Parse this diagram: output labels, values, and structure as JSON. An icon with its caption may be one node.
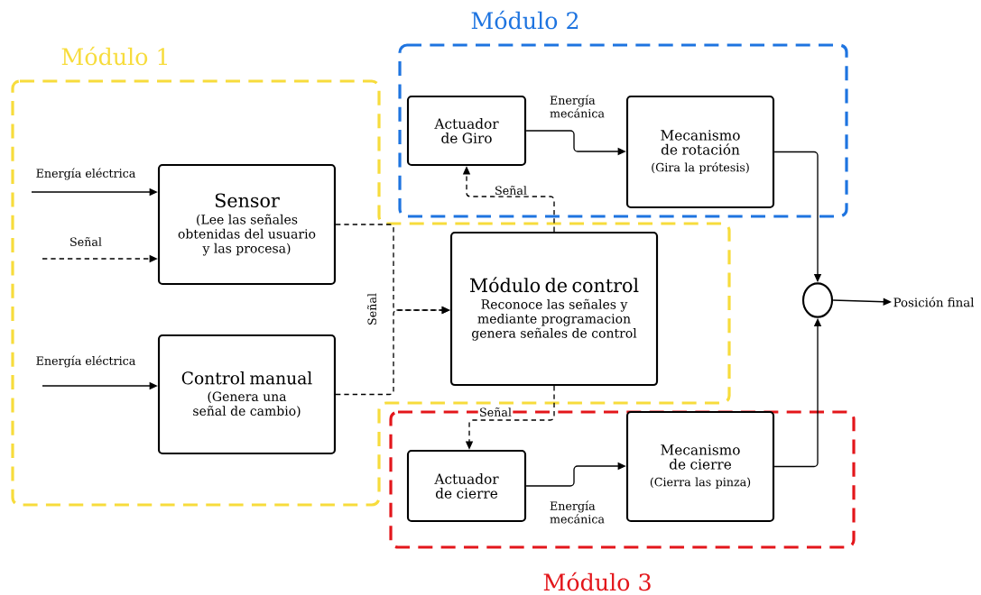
{
  "diagram": {
    "nodes": [
      {
        "text": [
          "Módulo 1"
        ]
      },
      {
        "text": [
          "Sensor",
          "(Lee las señales obtenidas del usuario y las procesa)"
        ],
        "in": 0
      },
      {
        "text": [
          "Control manual",
          "(Genera una señal de cambio)"
        ],
        "in": 0
      },
      {
        "text": [
          "Módulo de control",
          "Reconoce las señales y mediante programacion genera señales de control"
        ],
        "in": 0
      },
      {
        "text": [
          "Módulo 2"
        ]
      },
      {
        "text": [
          "Actuador de Giro"
        ],
        "in": 4
      },
      {
        "text": [
          "Mecanismo de rotación",
          "(Gira la prótesis)"
        ],
        "in": 4
      },
      {
        "text": [
          "Módulo 3"
        ]
      },
      {
        "text": [
          "Actuador de cierre"
        ],
        "in": 7
      },
      {
        "text": [
          "Mecanismo de cierre",
          "(Cierra las pinza)"
        ],
        "in": 7
      },
      {
        "text": [],
        "shape": "circle"
      },
      {
        "text": [
          "Posición final"
        ]
      }
    ],
    "edges": [
      {
        "from": null,
        "to": 1,
        "arrow": "to",
        "label": "Energía eléctrica"
      },
      {
        "from": null,
        "to": 1,
        "arrow": "to",
        "label": "Señal",
        "style": "dashed"
      },
      {
        "from": null,
        "to": 2,
        "arrow": "to",
        "label": "Energía eléctrica"
      },
      {
        "from": 1,
        "to": 3,
        "arrow": "to",
        "label": "Señal",
        "style": "dashed"
      },
      {
        "from": 2,
        "to": 3,
        "arrow": "to",
        "style": "dashed"
      },
      {
        "from": 3,
        "to": 5,
        "arrow": "to",
        "label": "Señal",
        "style": "dashed"
      },
      {
        "from": 5,
        "to": 6,
        "arrow": "to",
        "label": "Energía mecánica"
      },
      {
        "from": 3,
        "to": 8,
        "arrow": "to",
        "label": "Señal",
        "style": "dashed"
      },
      {
        "from": 8,
        "to": 9,
        "arrow": "to",
        "label": "Energía mecánica"
      },
      {
        "from": 6,
        "to": 10,
        "arrow": "to"
      },
      {
        "from": 9,
        "to": 10,
        "arrow": "to"
      },
      {
        "from": 10,
        "to": 11,
        "arrow": "to"
      }
    ]
  }
}
